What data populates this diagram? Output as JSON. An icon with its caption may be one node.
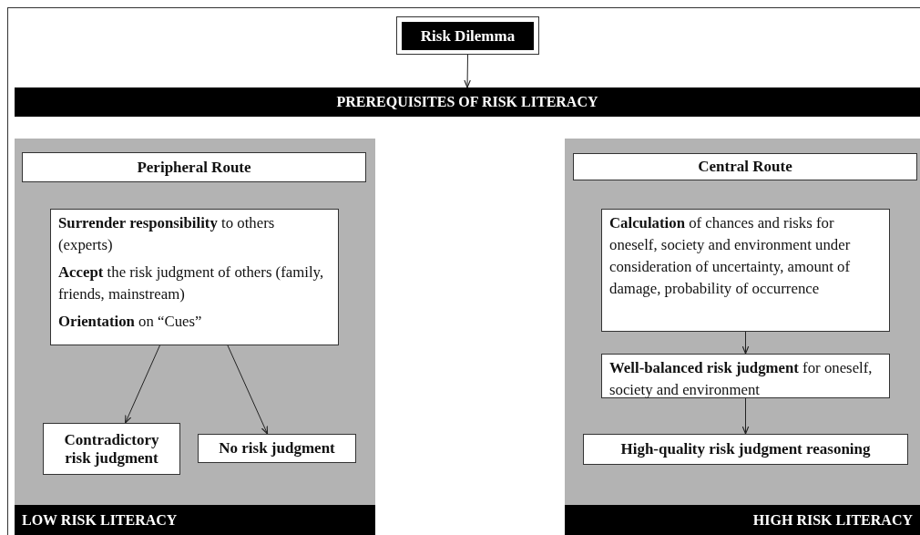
{
  "diagram": {
    "nodes": [
      {
        "text": [
          "Risk Dilemma"
        ]
      },
      {
        "text": [
          "PREREQUISITES OF RISK LITERACY"
        ]
      },
      {
        "text": [],
        "shape": "box"
      },
      {
        "text": [
          "Peripheral Route"
        ],
        "in": 2
      },
      {
        "text": [
          "**Surrender responsibility** to others (experts)",
          "**Accept** the risk judgment of others (family, friends, mainstream)",
          "**Orientation** on “Cues”"
        ],
        "in": 2
      },
      {
        "text": [
          "Contradictory risk judgment"
        ],
        "in": 2
      },
      {
        "text": [
          "No risk judgment"
        ],
        "in": 2
      },
      {
        "text": [
          "LOW RISK LITERACY"
        ],
        "in": 2
      },
      {
        "text": [],
        "shape": "box"
      },
      {
        "text": [
          "Central Route"
        ],
        "in": 8
      },
      {
        "text": [
          "**Calculation** of chances and risks for oneself, society and environment under consideration of uncertainty, amount of damage, probability of occurrence"
        ],
        "in": 8
      },
      {
        "text": [
          "**Well-balanced risk judgment** for oneself, society and environment"
        ],
        "in": 8
      },
      {
        "text": [
          "High-quality risk judgment reasoning"
        ],
        "in": 8
      },
      {
        "text": [
          "HIGH RISK LITERACY"
        ],
        "in": 8
      }
    ],
    "edges": [
      {
        "from": 0,
        "to": 1,
        "arrow": "to"
      },
      {
        "from": 4,
        "to": 5,
        "arrow": "to"
      },
      {
        "from": 4,
        "to": 6,
        "arrow": "to"
      },
      {
        "from": 10,
        "to": 11,
        "arrow": "to"
      },
      {
        "from": 11,
        "to": 12,
        "arrow": "to"
      }
    ]
  }
}
